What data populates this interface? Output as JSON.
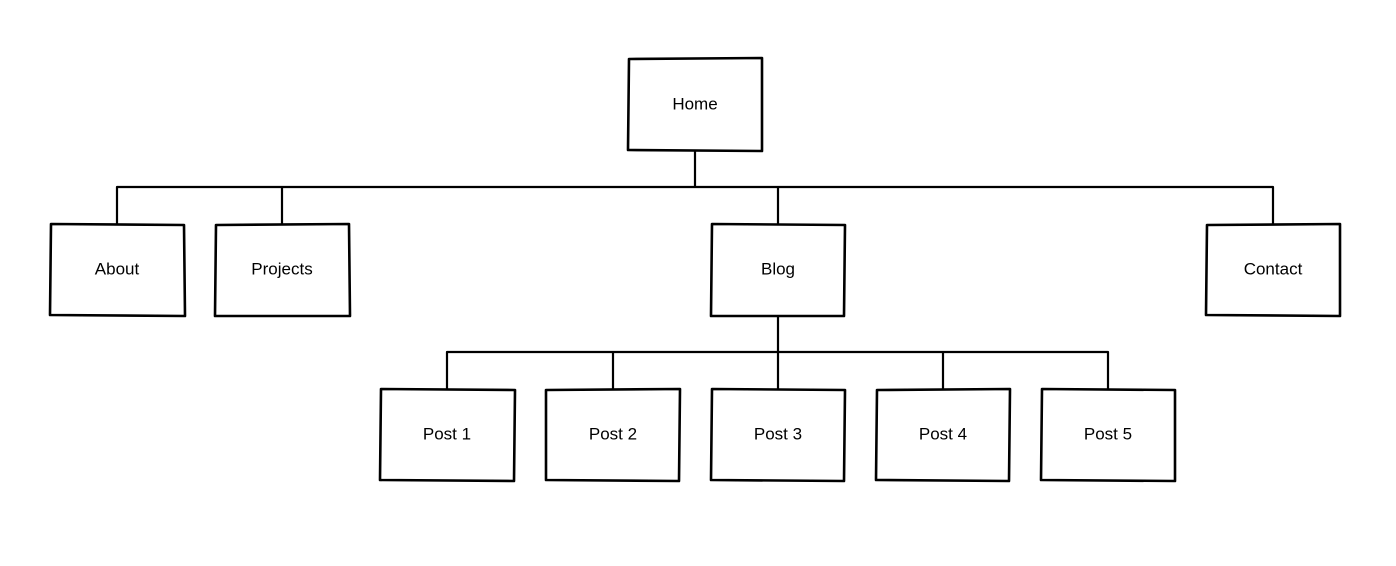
{
  "sitemap": {
    "root": {
      "id": "home",
      "label": "Home"
    },
    "level1": [
      {
        "id": "about",
        "label": "About"
      },
      {
        "id": "projects",
        "label": "Projects"
      },
      {
        "id": "blog",
        "label": "Blog"
      },
      {
        "id": "contact",
        "label": "Contact"
      }
    ],
    "blog_children": [
      {
        "id": "post-1",
        "label": "Post 1"
      },
      {
        "id": "post-2",
        "label": "Post 2"
      },
      {
        "id": "post-3",
        "label": "Post 3"
      },
      {
        "id": "post-4",
        "label": "Post 4"
      },
      {
        "id": "post-5",
        "label": "Post 5"
      }
    ]
  },
  "colors": {
    "stroke": "#000000",
    "background": "#ffffff"
  }
}
